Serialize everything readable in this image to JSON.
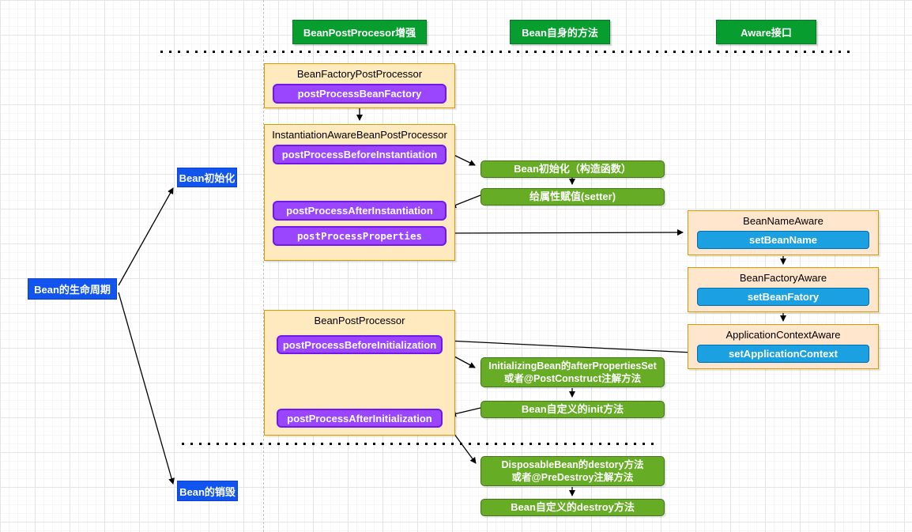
{
  "colors": {
    "header_green": "#089e2f",
    "step_green": "#66ac24",
    "step_green_border": "#44741a",
    "purple_pill": "#9a45ff",
    "purple_pill_border": "#7317e8",
    "blue_pill": "#1ba1e2",
    "blue_pill_border": "#006eaf",
    "node_blue": "#1155ee",
    "processor_fill": "#ffeabf",
    "aware_fill": "#ffe6cc",
    "orange_border": "#d79b00"
  },
  "headers": {
    "enhance": "BeanPostProcesor增强",
    "bean_own": "Bean自身的方法",
    "aware": "Aware接口"
  },
  "lifecycle": {
    "root": "Bean的生命周期",
    "init": "Bean初始化",
    "destroy": "Bean的销毁"
  },
  "processors": {
    "factory": {
      "title": "BeanFactoryPostProcessor",
      "method": "postProcessBeanFactory"
    },
    "instantiation": {
      "title": "InstantiationAwareBeanPostProcessor",
      "before": "postProcessBeforeInstantiation",
      "after": "postProcessAfterInstantiation",
      "properties": "postProcessProperties"
    },
    "bean": {
      "title": "BeanPostProcessor",
      "before": "postProcessBeforeInitialization",
      "after": "postProcessAfterInitialization"
    }
  },
  "aware_interfaces": {
    "name": {
      "title": "BeanNameAware",
      "method": "setBeanName"
    },
    "factory": {
      "title": "BeanFactoryAware",
      "method": "setBeanFatory"
    },
    "context": {
      "title": "ApplicationContextAware",
      "method": "setApplicationContext"
    }
  },
  "bean_steps": {
    "constructor": "Bean初始化（构造函数）",
    "setter": "给属性赋值(setter)",
    "after_properties_line1": "InitializingBean的afterPropertiesSet",
    "after_properties_line2": "或者@PostConstruct注解方法",
    "custom_init": "Bean自定义的init方法",
    "disposable_line1": "DisposableBean的destory方法",
    "disposable_line2": "或者@PreDestroy注解方法",
    "custom_destroy": "Bean自定义的destroy方法"
  }
}
